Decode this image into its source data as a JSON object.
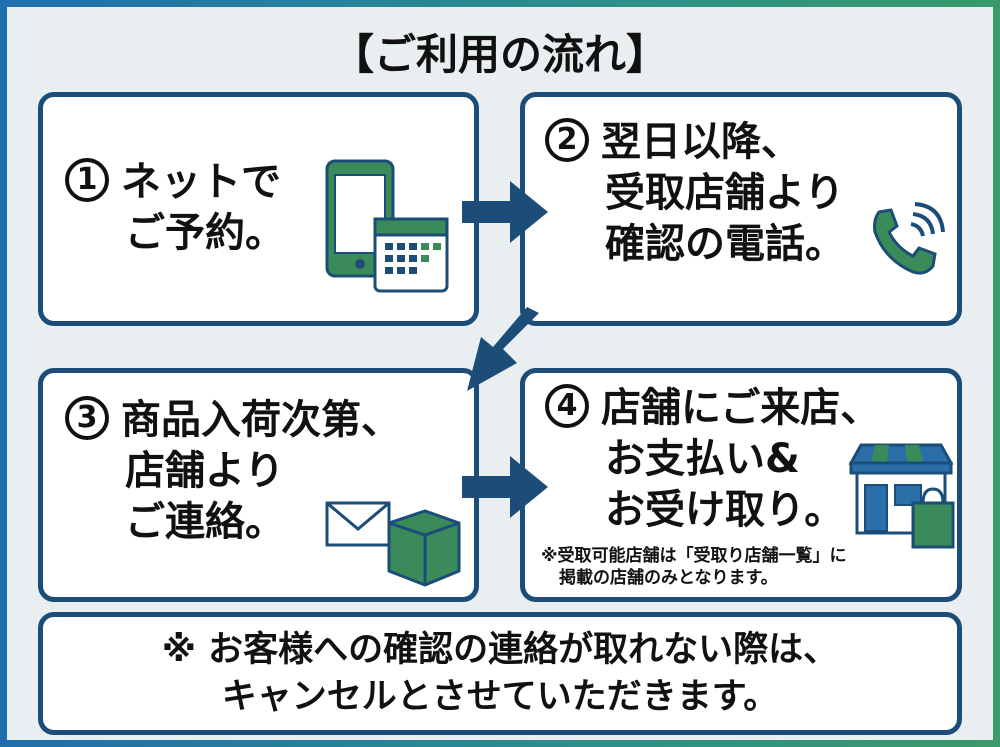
{
  "title": "【ご利用の流れ】",
  "steps": [
    {
      "number": "1",
      "lines": [
        "ネットで",
        "ご予約。"
      ]
    },
    {
      "number": "2",
      "lines": [
        "翌日以降、",
        "受取店舗より",
        "確認の電話。"
      ]
    },
    {
      "number": "3",
      "lines": [
        "商品入荷次第、",
        "店舗より",
        "ご連絡。"
      ]
    },
    {
      "number": "4",
      "lines": [
        "店舗にご来店、",
        "お支払い&",
        "お受け取り。"
      ],
      "note": [
        "※受取可能店舗は「受取り店舗一覧」に",
        "掲載の店舗のみとなります。"
      ]
    }
  ],
  "bottom_note": [
    "※ お客様への確認の連絡が取れない際は、",
    "キャンセルとさせていただきます。"
  ],
  "colors": {
    "border": "#1b4d78",
    "green": "#3a8a5a",
    "blue": "#2a6fa8"
  }
}
